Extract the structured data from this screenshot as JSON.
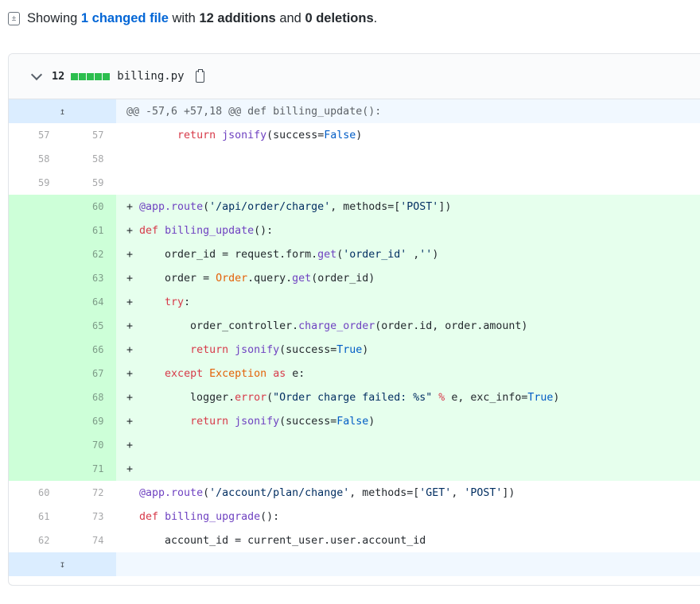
{
  "summary": {
    "prefix": "Showing",
    "changed": "1 changed file",
    "with": "with",
    "additions": "12 additions",
    "and": "and",
    "deletions": "0 deletions",
    "end": "."
  },
  "file": {
    "count": "12",
    "name": "billing.py",
    "hunk": "@@ -57,6 +57,18 @@ def billing_update():"
  },
  "lines": [
    {
      "old": "57",
      "new": "57",
      "type": "ctx",
      "tokens": [
        [
          "",
          "        "
        ],
        [
          "kw",
          "return"
        ],
        [
          "",
          " "
        ],
        [
          "fn",
          "jsonify"
        ],
        [
          "",
          "(success="
        ],
        [
          "cst",
          "False"
        ],
        [
          "",
          ")"
        ]
      ]
    },
    {
      "old": "58",
      "new": "58",
      "type": "ctx",
      "tokens": []
    },
    {
      "old": "59",
      "new": "59",
      "type": "ctx",
      "tokens": []
    },
    {
      "old": "",
      "new": "60",
      "type": "add",
      "tokens": [
        [
          "",
          "+ "
        ],
        [
          "fn",
          "@app.route"
        ],
        [
          "",
          "("
        ],
        [
          "str",
          "'/api/order/charge'"
        ],
        [
          "",
          ", methods=["
        ],
        [
          "str",
          "'POST'"
        ],
        [
          "",
          "])"
        ]
      ]
    },
    {
      "old": "",
      "new": "61",
      "type": "add",
      "tokens": [
        [
          "",
          "+ "
        ],
        [
          "kw",
          "def"
        ],
        [
          "",
          " "
        ],
        [
          "fn",
          "billing_update"
        ],
        [
          "",
          "():"
        ]
      ]
    },
    {
      "old": "",
      "new": "62",
      "type": "add",
      "tokens": [
        [
          "",
          "+     order_id = request.form."
        ],
        [
          "fn",
          "get"
        ],
        [
          "",
          "("
        ],
        [
          "str",
          "'order_id'"
        ],
        [
          "",
          " ,"
        ],
        [
          "str",
          "''"
        ],
        [
          "",
          ")"
        ]
      ]
    },
    {
      "old": "",
      "new": "63",
      "type": "add",
      "tokens": [
        [
          "",
          "+     order = "
        ],
        [
          "cls",
          "Order"
        ],
        [
          "",
          ".query."
        ],
        [
          "fn",
          "get"
        ],
        [
          "",
          "(order_id)"
        ]
      ]
    },
    {
      "old": "",
      "new": "64",
      "type": "add",
      "tokens": [
        [
          "",
          "+     "
        ],
        [
          "kw",
          "try"
        ],
        [
          "",
          ":"
        ]
      ]
    },
    {
      "old": "",
      "new": "65",
      "type": "add",
      "tokens": [
        [
          "",
          "+         order_controller."
        ],
        [
          "fn",
          "charge_order"
        ],
        [
          "",
          "(order.id, order.amount)"
        ]
      ]
    },
    {
      "old": "",
      "new": "66",
      "type": "add",
      "tokens": [
        [
          "",
          "+         "
        ],
        [
          "kw",
          "return"
        ],
        [
          "",
          " "
        ],
        [
          "fn",
          "jsonify"
        ],
        [
          "",
          "(success="
        ],
        [
          "cst",
          "True"
        ],
        [
          "",
          ")"
        ]
      ]
    },
    {
      "old": "",
      "new": "67",
      "type": "add",
      "tokens": [
        [
          "",
          "+     "
        ],
        [
          "kw",
          "except"
        ],
        [
          "",
          " "
        ],
        [
          "cls",
          "Exception"
        ],
        [
          "",
          " "
        ],
        [
          "kw",
          "as"
        ],
        [
          "",
          " e:"
        ]
      ]
    },
    {
      "old": "",
      "new": "68",
      "type": "add",
      "tokens": [
        [
          "",
          "+         logger."
        ],
        [
          "kw",
          "error"
        ],
        [
          "",
          "("
        ],
        [
          "str",
          "\"Order charge failed: %s\""
        ],
        [
          "",
          " "
        ],
        [
          "kw",
          "%"
        ],
        [
          "",
          " e, exc_info="
        ],
        [
          "cst",
          "True"
        ],
        [
          "",
          ")"
        ]
      ]
    },
    {
      "old": "",
      "new": "69",
      "type": "add",
      "tokens": [
        [
          "",
          "+         "
        ],
        [
          "kw",
          "return"
        ],
        [
          "",
          " "
        ],
        [
          "fn",
          "jsonify"
        ],
        [
          "",
          "(success="
        ],
        [
          "cst",
          "False"
        ],
        [
          "",
          ")"
        ]
      ]
    },
    {
      "old": "",
      "new": "70",
      "type": "add",
      "tokens": [
        [
          "",
          "+"
        ]
      ]
    },
    {
      "old": "",
      "new": "71",
      "type": "add",
      "tokens": [
        [
          "",
          "+"
        ]
      ]
    },
    {
      "old": "60",
      "new": "72",
      "type": "ctx",
      "tokens": [
        [
          "",
          "  "
        ],
        [
          "fn",
          "@app.route"
        ],
        [
          "",
          "("
        ],
        [
          "str",
          "'/account/plan/change'"
        ],
        [
          "",
          ", methods=["
        ],
        [
          "str",
          "'GET'"
        ],
        [
          "",
          ", "
        ],
        [
          "str",
          "'POST'"
        ],
        [
          "",
          "])"
        ]
      ]
    },
    {
      "old": "61",
      "new": "73",
      "type": "ctx",
      "tokens": [
        [
          "",
          "  "
        ],
        [
          "kw",
          "def"
        ],
        [
          "",
          " "
        ],
        [
          "fn",
          "billing_upgrade"
        ],
        [
          "",
          "():"
        ]
      ]
    },
    {
      "old": "62",
      "new": "74",
      "type": "ctx",
      "tokens": [
        [
          "",
          "      account_id = current_user.user.account_id"
        ]
      ]
    }
  ],
  "icons": {
    "summary": "diff-icon",
    "expand_up": "expand-up-icon",
    "expand_down": "expand-down-icon",
    "copy": "clipboard-icon",
    "collapse": "chevron-down-icon"
  }
}
